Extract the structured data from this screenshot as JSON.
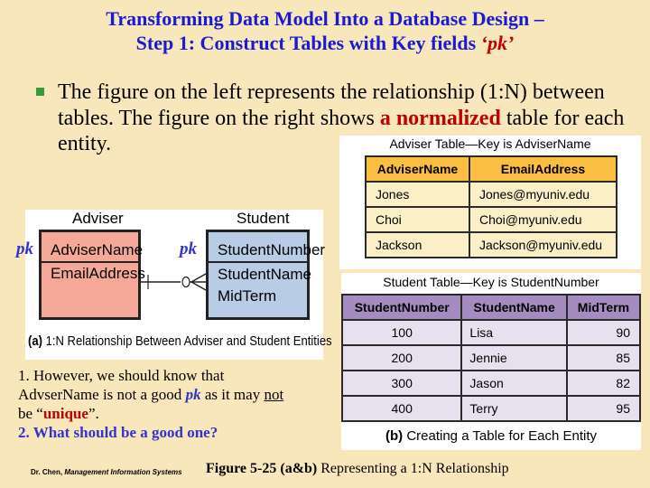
{
  "title": {
    "line1": "Transforming Data Model Into a Database Design –",
    "line2_prefix": "Step 1: Construct Tables with Key fields ",
    "line2_pk": "‘pk’"
  },
  "bullet": {
    "text_a": "The figure on the left represents the relationship (1:N) between tables. The figure on the right shows ",
    "highlight": "a normalized",
    "text_b": " table for each entity."
  },
  "er_diagram": {
    "adviser": {
      "title": "Adviser",
      "key": "AdviserName",
      "attributes": [
        "EmailAddress"
      ]
    },
    "student": {
      "title": "Student",
      "key": "StudentNumber",
      "attributes": [
        "StudentName",
        "MidTerm"
      ]
    },
    "pk_label": "pk",
    "caption_bold": "(a)",
    "caption": " 1:N Relationship Between Adviser and Student Entities"
  },
  "adviser_table": {
    "caption": "Adviser Table—Key is AdviserName",
    "headers": [
      "AdviserName",
      "EmailAddress"
    ],
    "rows": [
      [
        "Jones",
        "Jones@myuniv.edu"
      ],
      [
        "Choi",
        "Choi@myuniv.edu"
      ],
      [
        "Jackson",
        "Jackson@myuniv.edu"
      ]
    ]
  },
  "student_table": {
    "caption": "Student Table—Key is StudentNumber",
    "headers": [
      "StudentNumber",
      "StudentName",
      "MidTerm"
    ],
    "rows": [
      [
        "100",
        "Lisa",
        "90"
      ],
      [
        "200",
        "Jennie",
        "85"
      ],
      [
        "300",
        "Jason",
        "82"
      ],
      [
        "400",
        "Terry",
        "95"
      ]
    ],
    "figure_caption_bold": "(b)",
    "figure_caption": " Creating a Table for Each Entity"
  },
  "notes": {
    "line1": "1. However,  we should know that",
    "line2a": "AdvserName is not a good ",
    "pk": "pk",
    "line2b": " as it may ",
    "not": "not",
    "line3a": "be “",
    "unique": "unique",
    "line3b": "”.",
    "q2": "2. What should be a good one?"
  },
  "footer": {
    "author": "Dr. Chen, ",
    "course": "Management Information Systems",
    "figure_bold": "Figure 5-25  (a&b)",
    "figure_text": " Representing a 1:N Relationship"
  }
}
